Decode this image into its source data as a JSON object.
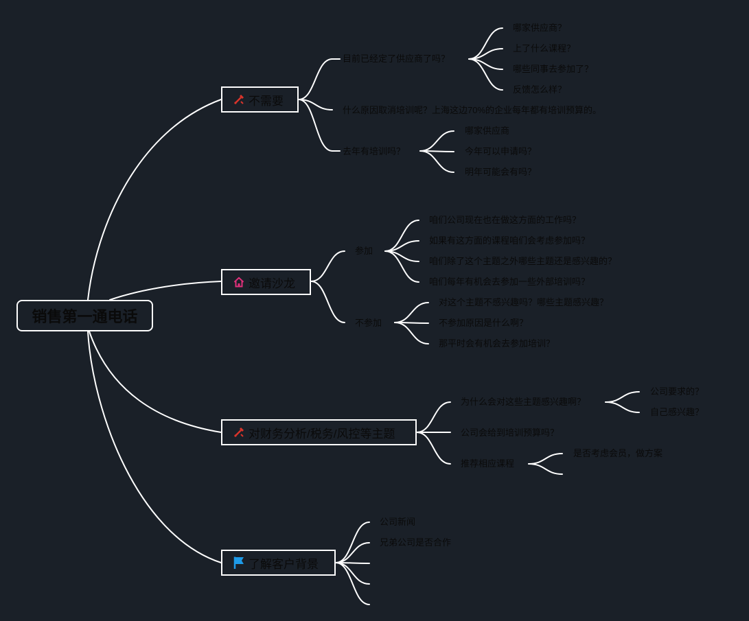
{
  "root": {
    "label": "销售第一通电话"
  },
  "branches": [
    {
      "label": "不需要",
      "icon": "wrench-tool-icon",
      "icon_color": "#d9342b",
      "children": [
        {
          "label": "目前已经定了供应商了吗？",
          "children": [
            "哪家供应商？",
            "上了什么课程？",
            "哪些同事去参加了？",
            "反馈怎么样？"
          ]
        },
        {
          "label": "什么原因取消培训呢？上海这边70%的企业每年都有培训预算的。",
          "children": []
        },
        {
          "label": "去年有培训吗？",
          "children": [
            "哪家供应商",
            "今年可以申请吗？",
            "明年可能会有吗？"
          ]
        }
      ]
    },
    {
      "label": "邀请沙龙",
      "icon": "home-icon",
      "icon_color": "#e0307a",
      "children": [
        {
          "label": "参加",
          "children": [
            "咱们公司现在也在做这方面的工作吗？",
            "如果有这方面的课程咱们会考虑参加吗？",
            "咱们除了这个主题之外哪些主题还是感兴趣的？",
            "咱们每年有机会去参加一些外部培训吗？"
          ]
        },
        {
          "label": "不参加",
          "children": [
            "对这个主题不感兴趣吗？哪些主题感兴趣？",
            "不参加原因是什么啊？",
            "那平时会有机会去参加培训？"
          ]
        }
      ]
    },
    {
      "label": "对财务分析/税务/风控等主题",
      "icon": "wrench-tool-icon",
      "icon_color": "#d9342b",
      "children": [
        {
          "label": "为什么会对这些主题感兴趣啊？",
          "children": [
            "公司要求的？",
            "自己感兴趣？"
          ]
        },
        {
          "label": "公司会给到培训预算吗？",
          "children": []
        },
        {
          "label": "推荐相应课程",
          "children": [
            "是否考虑会员，做方案",
            ""
          ]
        }
      ]
    },
    {
      "label": "了解客户背景",
      "icon": "flag-icon",
      "icon_color": "#1e9be8",
      "children": [
        {
          "label": "公司新闻",
          "children": []
        },
        {
          "label": "兄弟公司是否合作",
          "children": []
        },
        {
          "label": "",
          "children": []
        },
        {
          "label": "",
          "children": []
        },
        {
          "label": "",
          "children": []
        }
      ]
    }
  ]
}
